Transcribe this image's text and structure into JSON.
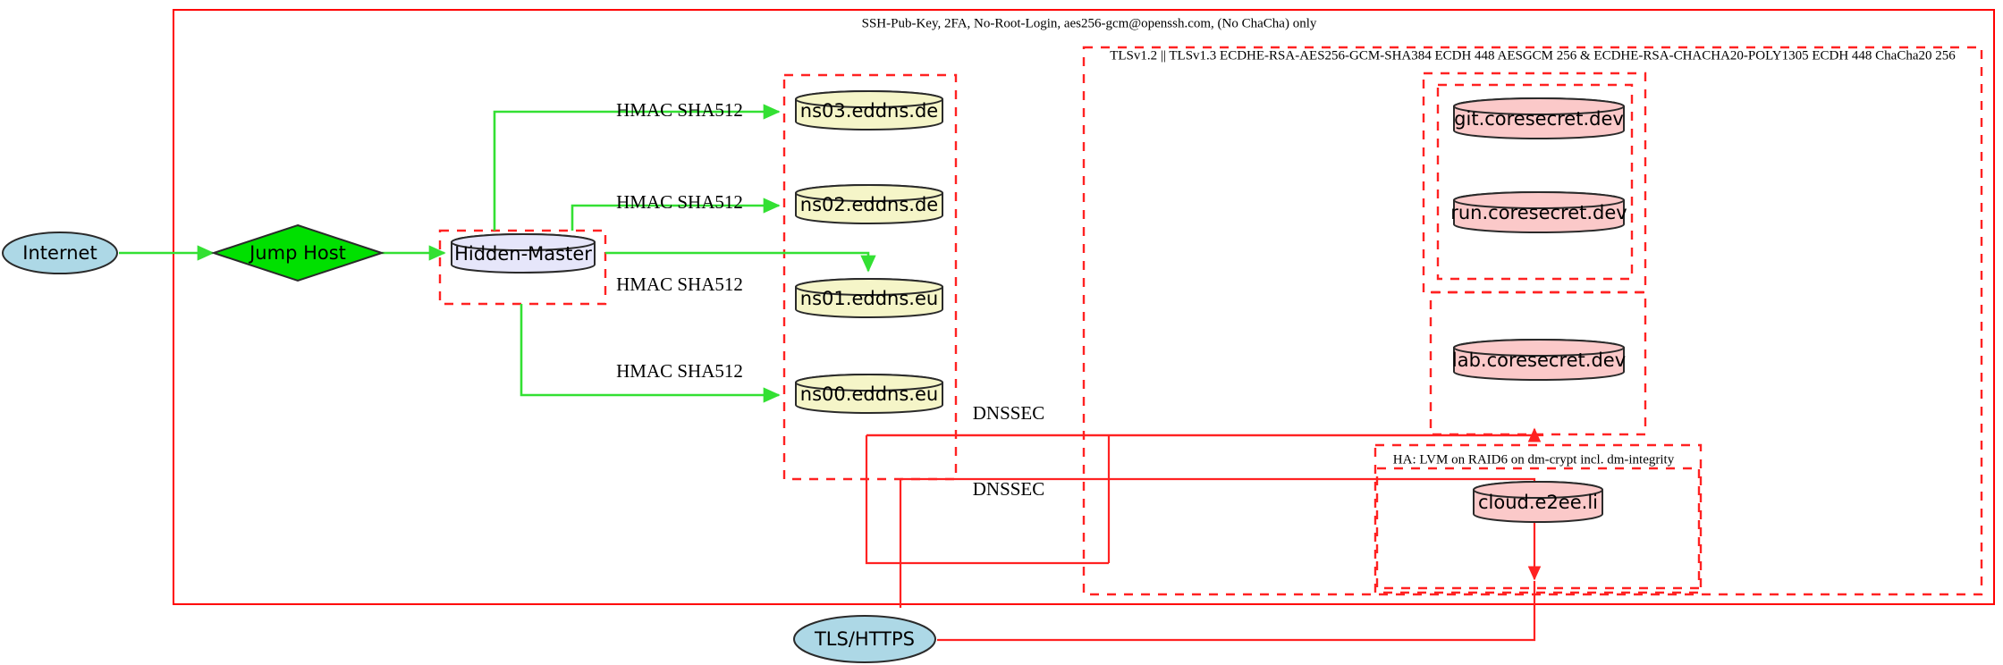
{
  "diagram": {
    "title": "Network / DNS infrastructure security diagram",
    "clusters": [
      {
        "id": "ssh-zone",
        "label": "SSH-Pub-Key, 2FA, No-Root-Login, aes256-gcm@openssh.com, (No ChaCha) only",
        "style": "solid",
        "color": "#ff0000"
      },
      {
        "id": "tls-zone",
        "label": "TLSv1.2 || TLSv1.3 ECDHE-RSA-AES256-GCM-SHA384 ECDH 448 AESGCM 256 & ECDHE-RSA-CHACHA20-POLY1305 ECDH 448 ChaCha20 256",
        "style": "dashed",
        "color": "#ff2222"
      },
      {
        "id": "ha-zone",
        "label": "HA: LVM on RAID6 on dm-crypt incl. dm-integrity",
        "style": "dashed",
        "color": "#ff2222"
      }
    ],
    "nodes": [
      {
        "id": "internet",
        "label": "Internet",
        "shape": "ellipse",
        "fill": "#add8e6"
      },
      {
        "id": "jumphost",
        "label": "Jump Host",
        "shape": "diamond",
        "fill": "#00e000"
      },
      {
        "id": "hiddenmaster",
        "label": "Hidden-Master",
        "shape": "cylinder",
        "fill": "#e6e6fa"
      },
      {
        "id": "ns03",
        "label": "ns03.eddns.de",
        "shape": "cylinder",
        "fill": "#f5f5c8"
      },
      {
        "id": "ns02",
        "label": "ns02.eddns.de",
        "shape": "cylinder",
        "fill": "#f5f5c8"
      },
      {
        "id": "ns01",
        "label": "ns01.eddns.eu",
        "shape": "cylinder",
        "fill": "#f5f5c8"
      },
      {
        "id": "ns00",
        "label": "ns00.eddns.eu",
        "shape": "cylinder",
        "fill": "#f5f5c8"
      },
      {
        "id": "git",
        "label": "git.coresecret.dev",
        "shape": "cylinder",
        "fill": "#fbc9c9"
      },
      {
        "id": "run",
        "label": "run.coresecret.dev",
        "shape": "cylinder",
        "fill": "#fbc9c9"
      },
      {
        "id": "lab",
        "label": "lab.coresecret.dev",
        "shape": "cylinder",
        "fill": "#fbc9c9"
      },
      {
        "id": "cloud",
        "label": "cloud.e2ee.li",
        "shape": "cylinder",
        "fill": "#fbc9c9"
      },
      {
        "id": "tlshttps",
        "label": "TLS/HTTPS",
        "shape": "ellipse",
        "fill": "#add8e6"
      }
    ],
    "edges": [
      {
        "id": "e-internet-jumphost",
        "from": "internet",
        "to": "jumphost",
        "label": "",
        "color": "#33e033"
      },
      {
        "id": "e-jumphost-master",
        "from": "jumphost",
        "to": "hiddenmaster",
        "label": "",
        "color": "#33e033"
      },
      {
        "id": "e-master-ns03",
        "from": "hiddenmaster",
        "to": "ns03",
        "label": "HMAC SHA512",
        "color": "#33e033"
      },
      {
        "id": "e-master-ns02",
        "from": "hiddenmaster",
        "to": "ns02",
        "label": "HMAC SHA512",
        "color": "#33e033"
      },
      {
        "id": "e-master-ns01",
        "from": "hiddenmaster",
        "to": "ns01",
        "label": "HMAC SHA512",
        "color": "#33e033"
      },
      {
        "id": "e-master-ns00",
        "from": "hiddenmaster",
        "to": "ns00",
        "label": "HMAC SHA512",
        "color": "#33e033"
      },
      {
        "id": "e-dnssec-top",
        "from": "ns-zone",
        "to": "tls-zone",
        "label": "DNSSEC",
        "color": "#ff2222"
      },
      {
        "id": "e-dnssec-bottom",
        "from": "ns-zone",
        "to": "ha-zone",
        "label": "DNSSEC",
        "color": "#ff2222"
      },
      {
        "id": "e-tlshttps-services",
        "from": "tlshttps",
        "to": "tls-zone",
        "label": "",
        "color": "#ff2222"
      },
      {
        "id": "e-tlshttps-ha",
        "from": "tlshttps",
        "to": "ha-zone",
        "label": "",
        "color": "#ff2222"
      }
    ],
    "edge_labels": {
      "hmac": "HMAC SHA512",
      "dnssec": "DNSSEC"
    }
  }
}
